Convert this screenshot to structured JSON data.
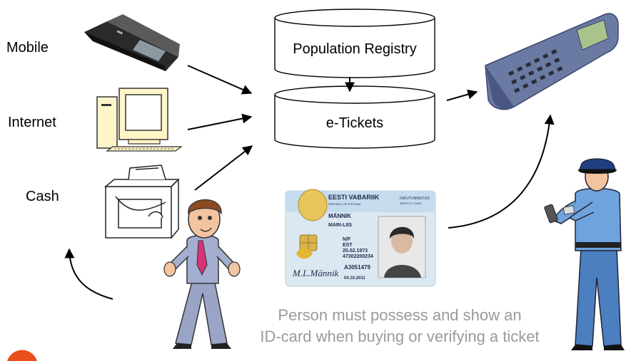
{
  "channels": {
    "mobile": "Mobile",
    "internet": "Internet",
    "cash": "Cash"
  },
  "databases": {
    "population_registry": "Population Registry",
    "e_tickets": "e-Tickets"
  },
  "id_card": {
    "country": "EESTI VABARIIK",
    "country_sub": "REPUBLIC OF ESTONIA",
    "card_type": "ISIKUTUNNISTUS",
    "card_type_sub": "IDENTITY CARD",
    "surname": "MÄNNIK",
    "given_name": "MARI-LIIS",
    "sex": "N/F",
    "nationality": "EST",
    "birth_date": "20.02.1973",
    "personal_code": "47302200234",
    "document_number": "A3051479",
    "expiry_date": "04.10.2011",
    "signature": "M.L.Männik"
  },
  "caption": {
    "line1": "Person must possess and show an",
    "line2": "ID-card when buying or verifying a ticket"
  },
  "colors": {
    "caption": "#9a9a9a",
    "arrow": "#000000",
    "brand_dot": "#e8501a"
  },
  "icons": [
    "mobile-phone-icon",
    "computer-icon",
    "cash-desk-icon",
    "card-reader-icon",
    "id-card-icon",
    "customer-person-icon",
    "inspector-person-icon"
  ]
}
